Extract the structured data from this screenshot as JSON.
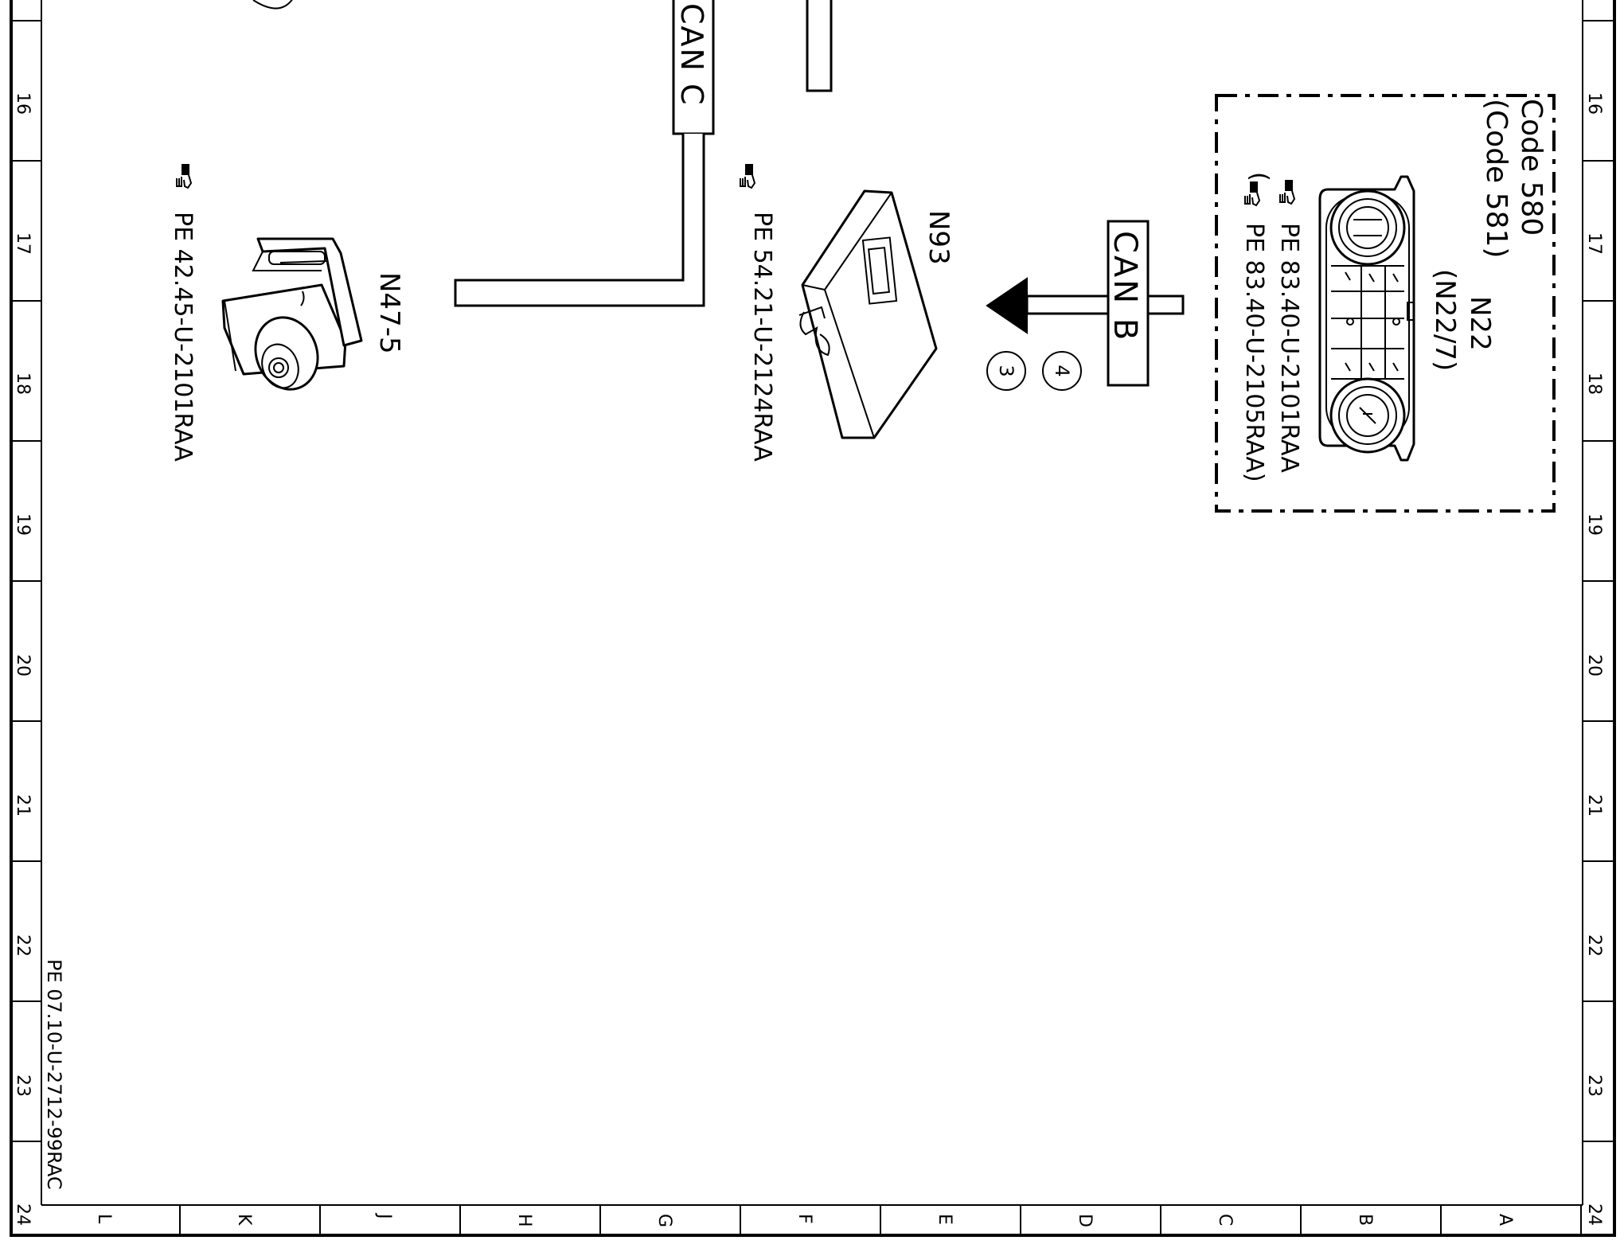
{
  "sheet": {
    "row_labels": [
      "16",
      "17",
      "18",
      "19",
      "20",
      "21",
      "22",
      "23",
      "24"
    ],
    "column_labels": [
      "L",
      "K",
      "J",
      "H",
      "G",
      "F",
      "E",
      "D",
      "C",
      "B",
      "A"
    ],
    "drawing_number": "PE 07.10-U-2712-99RAC"
  },
  "buses": {
    "can_c": "CAN C",
    "can_b": "CAN B"
  },
  "components": {
    "n22": {
      "code_line": "Code 580",
      "code_line_alt": "(Code 581)",
      "label": "N22",
      "label_alt": "(N22/7)",
      "ref": "PE 83.40-U-2101RAA",
      "ref_alt": "PE 83.40-U-2105RAA)",
      "ref_alt_open": "("
    },
    "n93": {
      "label": "N93",
      "ref": "PE 54.21-U-2124RAA"
    },
    "n47_5": {
      "label": "N47-5",
      "ref": "PE 42.45-U-2101RAA"
    }
  },
  "circled_numbers": [
    "4",
    "3"
  ],
  "icons": [
    "pointing-hand-reference-icon",
    "control-unit-icon",
    "climate-control-panel-icon",
    "esp-control-unit-icon"
  ]
}
